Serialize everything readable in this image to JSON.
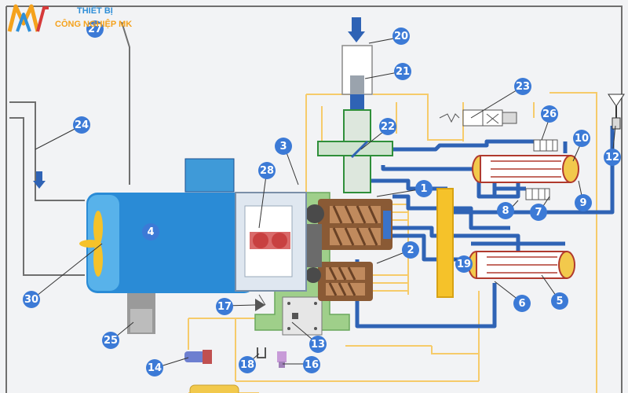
{
  "logo": {
    "line1": "THIẾT BỊ",
    "line2": "CÔNG NGHIỆP MK",
    "color1": "#2f8fd8",
    "color2": "#f5a21c"
  },
  "colors": {
    "oil_line": "#2f63b5",
    "air_line": "#f6cb6a",
    "frame_line": "#6f6f6f",
    "callout_fill": "#3c7ad6",
    "motor_body": "#2a8bd6",
    "motor_dark": "#1b4f8f",
    "rotor": "#8a5a35",
    "cooler_red": "#b03a2e",
    "cooler_yellow": "#f2c94c",
    "separator_yellow": "#f5c22a",
    "base_green": "#9fcf8a",
    "valve_green": "#2f8f3a"
  },
  "callouts": [
    "1",
    "2",
    "3",
    "4",
    "5",
    "6",
    "7",
    "8",
    "9",
    "10",
    "12",
    "13",
    "14",
    "16",
    "17",
    "18",
    "19",
    "20",
    "21",
    "22",
    "23",
    "24",
    "25",
    "26",
    "27",
    "28",
    "30"
  ],
  "icons": {
    "air_inlet_arrow": "down-arrow-icon",
    "air_outlet_arrow": "down-arrow-icon"
  }
}
